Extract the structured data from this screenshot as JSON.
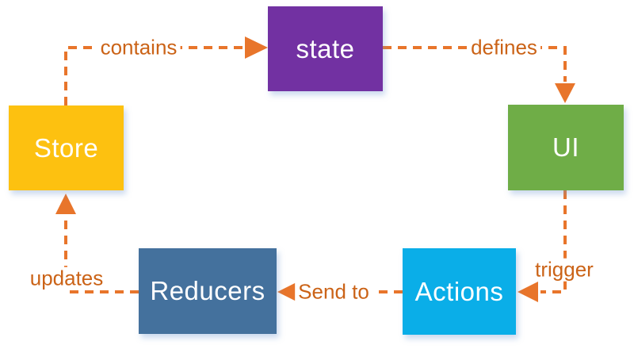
{
  "diagram": {
    "nodes": [
      {
        "id": "store",
        "label": "Store",
        "color": "#FDC110",
        "text_color": "#FFFFFF"
      },
      {
        "id": "state",
        "label": "state",
        "color": "#7231A2",
        "text_color": "#FFFFFF"
      },
      {
        "id": "ui",
        "label": "UI",
        "color": "#6FAD47",
        "text_color": "#FFFFFF"
      },
      {
        "id": "actions",
        "label": "Actions",
        "color": "#0AAEE8",
        "text_color": "#FFFFFF"
      },
      {
        "id": "reducers",
        "label": "Reducers",
        "color": "#44719D",
        "text_color": "#FFFFFF"
      }
    ],
    "edges": [
      {
        "from": "store",
        "to": "state",
        "label": "contains",
        "style": "dashed"
      },
      {
        "from": "state",
        "to": "ui",
        "label": "defines",
        "style": "dashed"
      },
      {
        "from": "ui",
        "to": "actions",
        "label": "trigger",
        "style": "dashed"
      },
      {
        "from": "actions",
        "to": "reducers",
        "label": "Send to",
        "style": "dashed"
      },
      {
        "from": "reducers",
        "to": "store",
        "label": "updates",
        "style": "dashed"
      }
    ],
    "colors": {
      "edge_line": "#E8752B",
      "edge_label_text": "#CB6317",
      "background": "#FFFFFF"
    }
  }
}
